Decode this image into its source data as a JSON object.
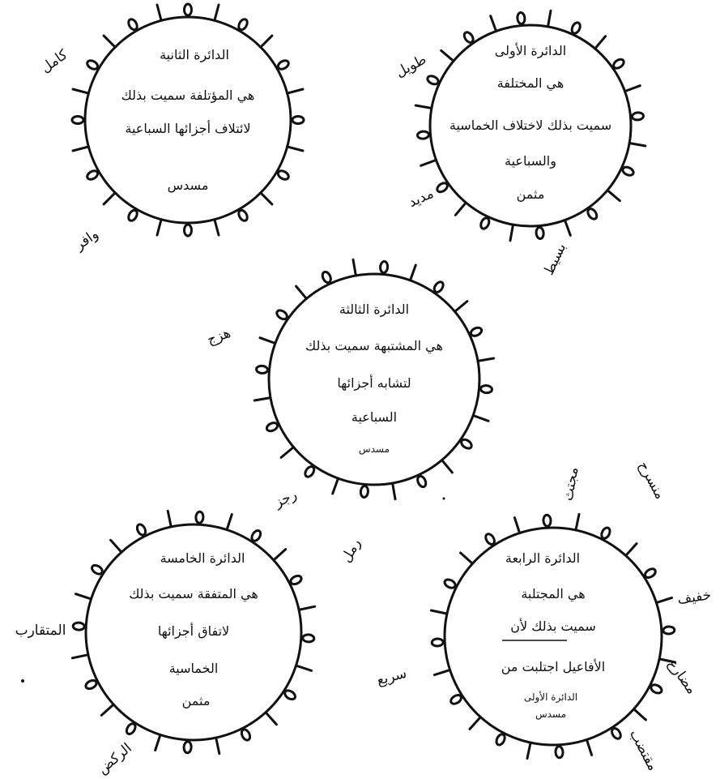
{
  "circles": [
    {
      "id": "first",
      "lines": [
        "الدائرة الأولى",
        "هي المختلفة",
        "سميت بذلك لاختلاف الخماسية",
        "والسباعية",
        "مثمن"
      ],
      "meters": [
        {
          "key": "tawil",
          "label": "طويل"
        },
        {
          "key": "madid",
          "label": "مديد"
        },
        {
          "key": "basit",
          "label": "بسيط"
        }
      ]
    },
    {
      "id": "second",
      "lines": [
        "الدائرة الثانية",
        "هي المؤتلفة سميت بذلك",
        "لائتلاف أجزائها السباعية",
        "مسدس"
      ],
      "meters": [
        {
          "key": "kamil",
          "label": "كامل"
        },
        {
          "key": "wafir",
          "label": "وافر"
        }
      ]
    },
    {
      "id": "third",
      "lines": [
        "الدائرة الثالثة",
        "هي المشتبهة سميت بذلك",
        "لتشابه أجزائها",
        "السباعية",
        "مسدس"
      ],
      "meters": [
        {
          "key": "hazaj",
          "label": "هزج"
        },
        {
          "key": "rajaz",
          "label": "رجز"
        },
        {
          "key": "ramal",
          "label": "رمل"
        }
      ]
    },
    {
      "id": "fourth",
      "lines": [
        "الدائرة الرابعة",
        "هي المجتلبة",
        "سميت بذلك لأن",
        "الأفاعيل اجتلبت من",
        "الدائرة الأولى",
        "مسدس"
      ],
      "meters": [
        {
          "key": "sari",
          "label": "سريع"
        },
        {
          "key": "munsarih",
          "label": "منسرح"
        },
        {
          "key": "khafif",
          "label": "خفيف"
        },
        {
          "key": "mudari",
          "label": "مضارع"
        },
        {
          "key": "muqtadab",
          "label": "مقتضب"
        },
        {
          "key": "mujtathth",
          "label": "مجتث"
        }
      ]
    },
    {
      "id": "fifth",
      "lines": [
        "الدائرة الخامسة",
        "هي المتفقة سميت بذلك",
        "لاتفاق أجزائها",
        "الخماسية",
        "مثمن"
      ],
      "meters": [
        {
          "key": "mutaqarib",
          "label": "المتقارب"
        },
        {
          "key": "rakd",
          "label": "الركض"
        }
      ]
    }
  ]
}
